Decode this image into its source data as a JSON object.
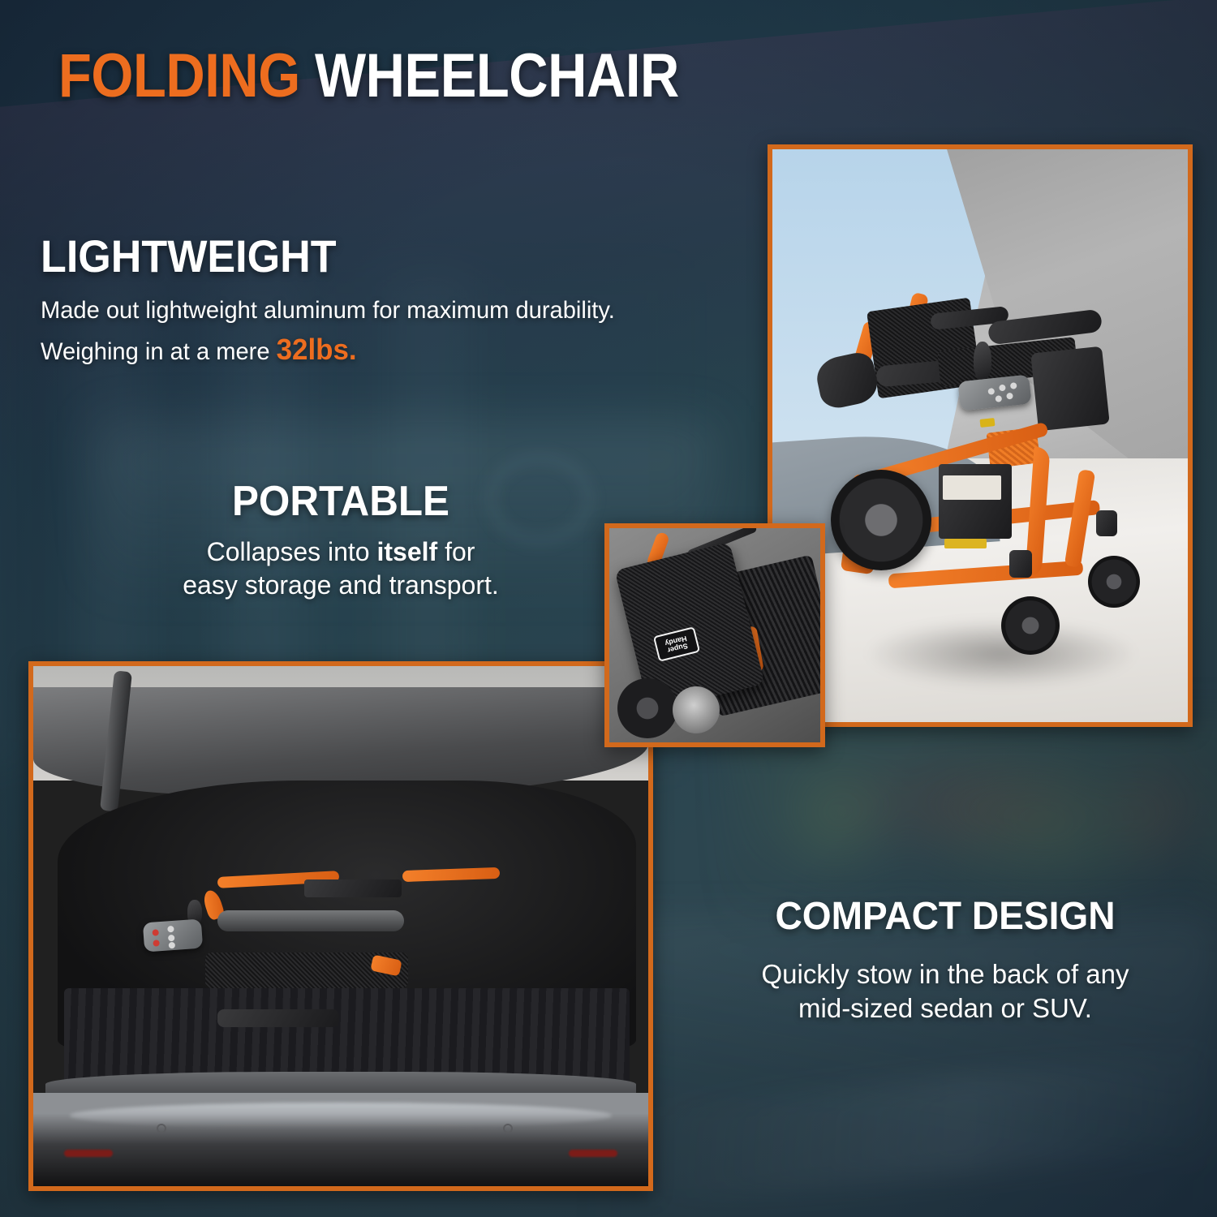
{
  "title": {
    "part_orange": "FOLDING",
    "part_white": " WHEELCHAIR"
  },
  "sections": [
    {
      "id": "lightweight",
      "heading": "LIGHTWEIGHT",
      "line1": "Made out  lightweight aluminum for maximum durability.",
      "line2_prefix": "Weighing in at a mere ",
      "line2_accent": "32lbs."
    },
    {
      "id": "portable",
      "heading": "PORTABLE",
      "line1_a": "Collapses into ",
      "line1_bold": "itself",
      "line1_b": " for",
      "line2": "easy storage and transport."
    },
    {
      "id": "compact",
      "heading": "COMPACT DESIGN",
      "line1": "Quickly stow in the back of any",
      "line2": "mid-sized sedan or SUV."
    }
  ],
  "photos": {
    "main": {
      "alt": "Folded orange electric wheelchair standing outdoors beside a gray wall"
    },
    "inset": {
      "alt": "Close-up of folded wheelchair seat back panel",
      "brand_label": "Super Handy"
    },
    "trunk": {
      "alt": "Folded wheelchair stowed in the open trunk of a car"
    }
  },
  "colors": {
    "accent_orange": "#ED6D1F",
    "frame_orange": "#D2691C",
    "background_navy": "#22384a",
    "text_white": "#FFFFFF"
  }
}
